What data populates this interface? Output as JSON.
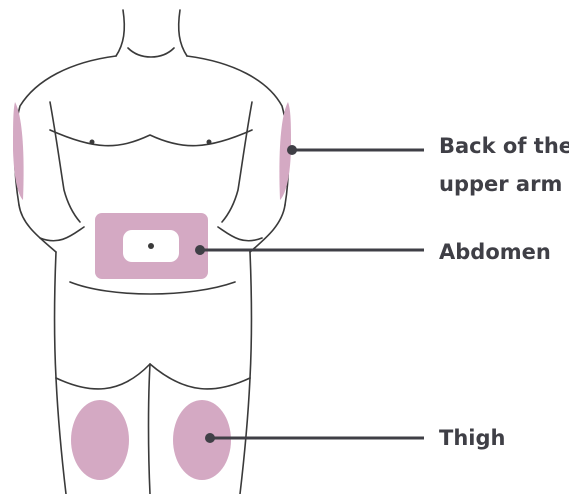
{
  "colors": {
    "outline": "#3a3a3a",
    "site_fill": "#d4a9c3",
    "leader": "#3f3f46",
    "label_text": "#3f3f46",
    "background": "#ffffff"
  },
  "labels": {
    "arm_line1": "Back of the",
    "arm_line2": "upper arm",
    "abdomen": "Abdomen",
    "thigh": "Thigh"
  }
}
